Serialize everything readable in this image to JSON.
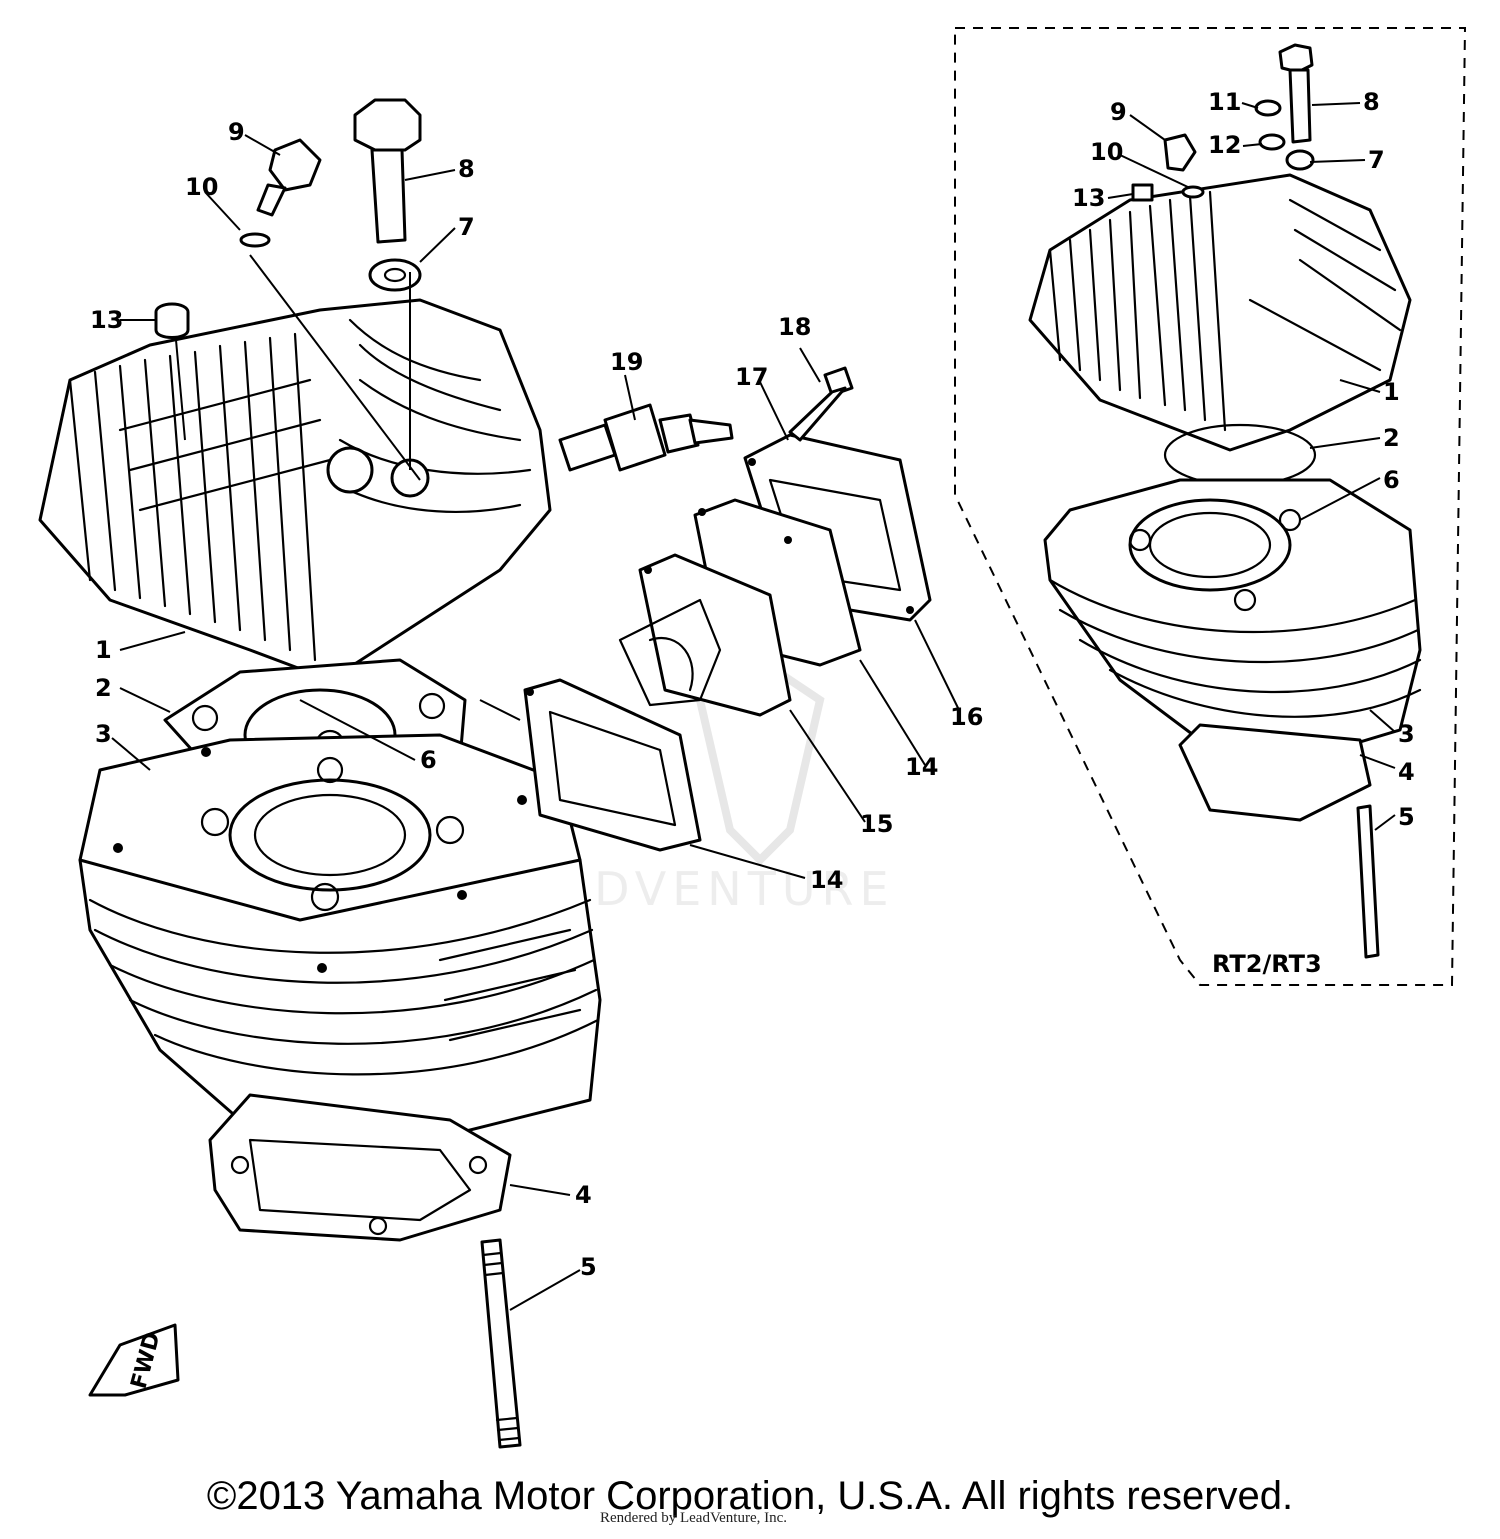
{
  "callouts": {
    "main": [
      {
        "n": "1"
      },
      {
        "n": "2"
      },
      {
        "n": "3"
      },
      {
        "n": "4"
      },
      {
        "n": "5"
      },
      {
        "n": "6"
      },
      {
        "n": "7"
      },
      {
        "n": "8"
      },
      {
        "n": "9"
      },
      {
        "n": "10"
      },
      {
        "n": "13"
      },
      {
        "n": "14"
      },
      {
        "n": "14"
      },
      {
        "n": "15"
      },
      {
        "n": "16"
      },
      {
        "n": "17"
      },
      {
        "n": "18"
      },
      {
        "n": "19"
      }
    ],
    "inset": [
      {
        "n": "1"
      },
      {
        "n": "2"
      },
      {
        "n": "3"
      },
      {
        "n": "4"
      },
      {
        "n": "5"
      },
      {
        "n": "6"
      },
      {
        "n": "7"
      },
      {
        "n": "8"
      },
      {
        "n": "9"
      },
      {
        "n": "10"
      },
      {
        "n": "11"
      },
      {
        "n": "12"
      },
      {
        "n": "13"
      }
    ]
  },
  "inset_label": "RT2/RT3",
  "front_arrow_label": "FWD",
  "watermark": "LEADVENTURE",
  "footer": {
    "copyright": "©2013 Yamaha Motor Corporation, U.S.A. All rights reserved.",
    "rendered_by": "Rendered by LeadVenture, Inc."
  }
}
